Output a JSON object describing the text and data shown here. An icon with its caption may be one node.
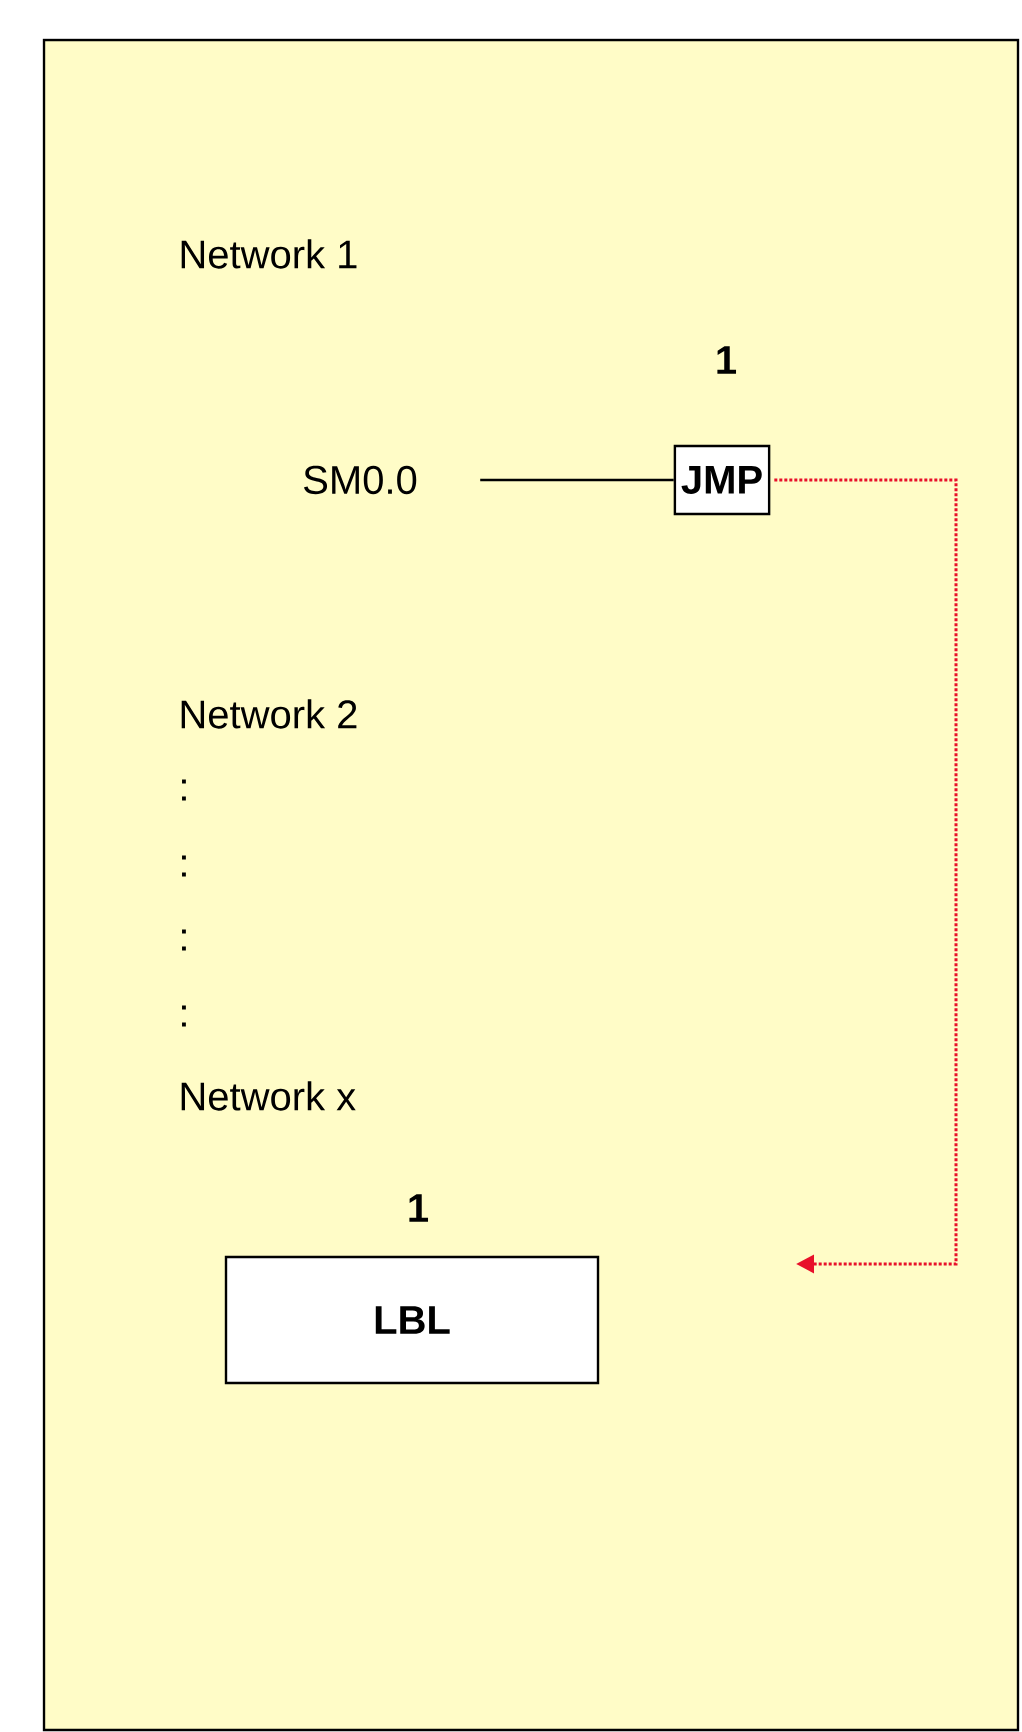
{
  "diagram": {
    "nodes": [
      {
        "text": [
          "SM0.0"
        ]
      },
      {
        "text": [
          "JMP"
        ],
        "beside": [
          "1"
        ]
      },
      {
        "text": [
          "LBL"
        ],
        "beside": [
          "1"
        ]
      }
    ],
    "edges": [
      {
        "from": 0,
        "to": 1,
        "arrow": "none"
      },
      {
        "from": 1,
        "to": null,
        "arrow": "to",
        "style": "dashed",
        "color": "#e8102a"
      }
    ],
    "labels": [
      "Network 1",
      "Network 2",
      ":",
      ":",
      ":",
      ":",
      "Network x"
    ]
  }
}
